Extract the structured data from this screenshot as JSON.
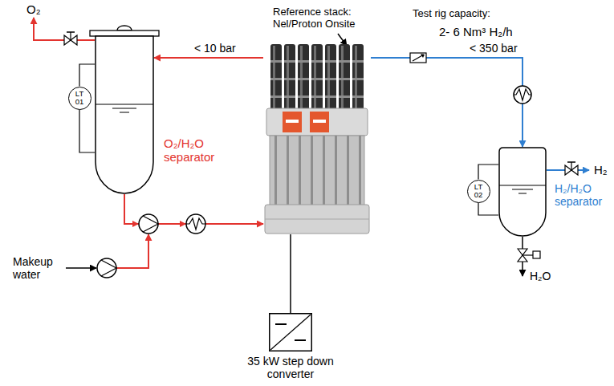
{
  "diagram": {
    "nodes": [
      {
        "text": [
          "O₂/H₂O separator"
        ]
      },
      {
        "text": [
          "LT 01"
        ]
      },
      {
        "text": [
          "Reference stack: Nel/Proton Onsite"
        ]
      },
      {
        "text": [
          "35 kW step down converter"
        ]
      },
      {
        "text": [
          "H₂/H₂O separator"
        ]
      },
      {
        "text": [
          "LT 02"
        ]
      }
    ],
    "edges": [
      {
        "from": 2,
        "to": 0,
        "label": "< 10 bar",
        "arrow": "to"
      },
      {
        "from": 0,
        "to": 2,
        "arrow": "to"
      },
      {
        "from": 2,
        "to": 4,
        "label": "< 350 bar",
        "arrow": "to"
      },
      {
        "from": 3,
        "to": 2,
        "arrow": "none"
      },
      {
        "from": 1,
        "to": 0,
        "arrow": "none"
      },
      {
        "from": 1,
        "to": 0,
        "arrow": "none"
      },
      {
        "from": 5,
        "to": 4,
        "arrow": "none"
      },
      {
        "from": 5,
        "to": 4,
        "arrow": "none"
      }
    ],
    "labels": [
      "O₂",
      "Makeup water",
      "H₂",
      "H₂O",
      "Test rig capacity:",
      "2- 6 Nm³ H₂/h"
    ]
  }
}
